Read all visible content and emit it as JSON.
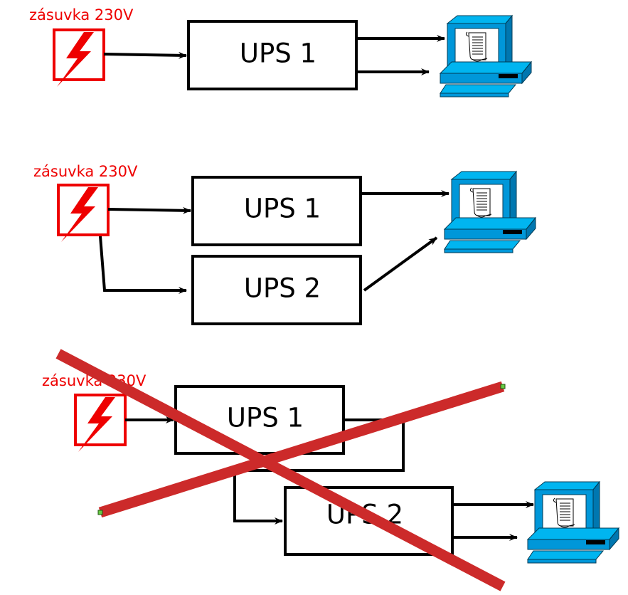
{
  "colors": {
    "socket": "#ee0000",
    "box": "#000000",
    "arrow": "#000000",
    "cross": "#cc2a2a",
    "monitor": "#0097d9",
    "monitor_light": "#00b5f0",
    "screen": "#ffffff",
    "background": "#ffffff"
  },
  "icons": {
    "socket": "power-socket-icon",
    "computer": "computer-icon"
  },
  "diagrams": [
    {
      "id": "single-ups",
      "socket_label": "zásuvka 230V",
      "ups_labels": [
        "UPS 1"
      ]
    },
    {
      "id": "dual-parallel-ups",
      "socket_label": "zásuvka 230V",
      "ups_labels": [
        "UPS 1",
        "UPS 2"
      ]
    },
    {
      "id": "dual-chained-ups-crossed-out",
      "socket_label": "zásuvka 230V",
      "ups_labels": [
        "UPS 1",
        "UPS 2"
      ],
      "crossed_out": true
    }
  ]
}
